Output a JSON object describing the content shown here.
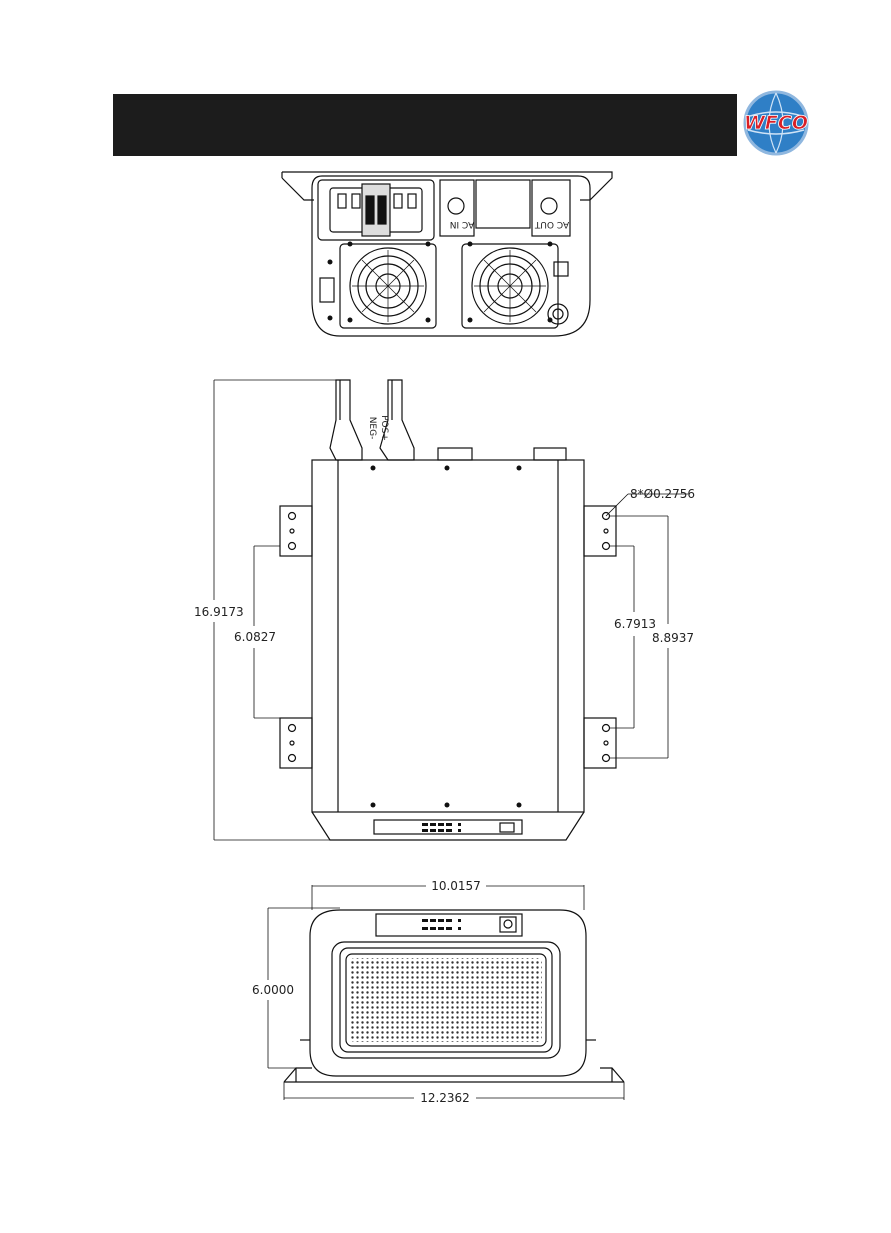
{
  "logo": {
    "text": "WFCO"
  },
  "rear_view": {
    "labels": {
      "ac_in": "AC IN",
      "ac_out": "AC OUT"
    }
  },
  "top_view": {
    "cable_labels": {
      "neg": "NEG-",
      "pos": "POS+"
    },
    "dimensions": {
      "overall_length": "16.9173",
      "left_bracket_span": "6.0827",
      "hole_spec": "8*Ø0.2756",
      "right_inner_span": "6.7913",
      "right_outer_span": "8.8937"
    }
  },
  "front_view": {
    "dimensions": {
      "body_width": "10.0157",
      "height": "6.0000",
      "base_width": "12.2362"
    }
  }
}
